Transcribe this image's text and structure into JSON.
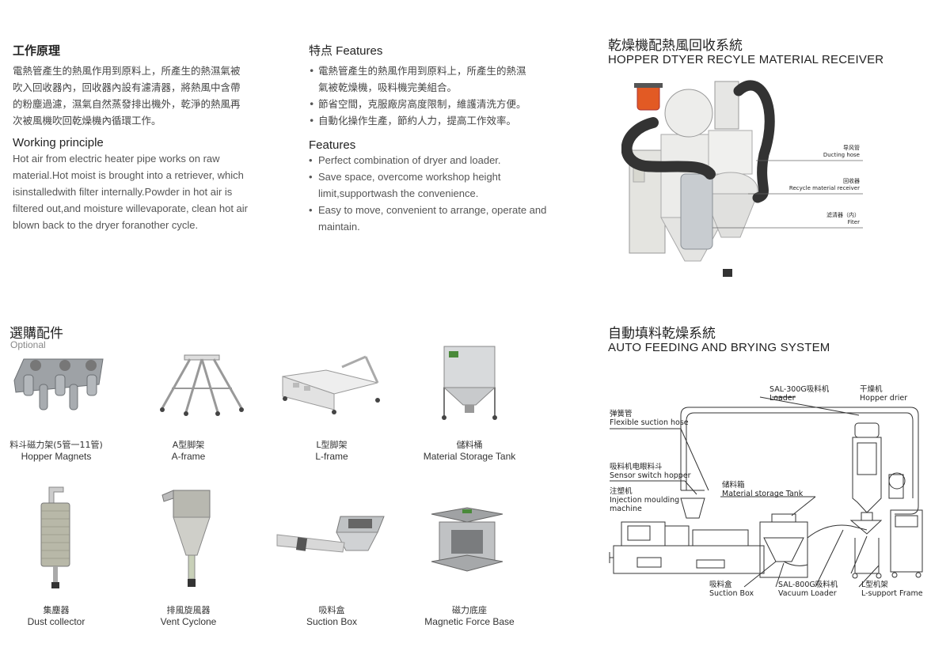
{
  "principle": {
    "title_cn": "工作原理",
    "lines_cn": [
      "電熱管產生的熱風作用到原料上，所產生的熱濕氣被",
      "吹入回收器內，回收器內設有濾清器，將熱風中含帶",
      "的粉塵過濾，濕氣自然蒸發排出機外，乾淨的熱風再",
      "次被風機吹回乾燥機內循環工作。"
    ],
    "title_en": "Working principle",
    "lines_en": [
      "Hot air from electric heater pipe works on raw",
      "material.Hot moist is brought into a retriever, which",
      "isinstalledwith filter internally.Powder in hot air is",
      "filtered out,and moisture willevaporate, clean hot air",
      "blown back to the dryer foranother cycle."
    ]
  },
  "features": {
    "title_cn": "特点 Features",
    "items_cn": [
      [
        "電熱管產生的熱風作用到原料上，所產生的熱濕",
        "氣被乾燥機，吸料機完美組合。"
      ],
      [
        "節省空間，克服廠房高度限制，維護清洗方便。"
      ],
      [
        "自動化操作生產，節約人力，提高工作效率。"
      ]
    ],
    "title_en": "Features",
    "items_en": [
      [
        "Perfect combination of dryer and loader."
      ],
      [
        "Save space, overcome workshop height",
        "limit,supportwash the convenience."
      ],
      [
        "Easy to move, convenient to arrange, operate and",
        "maintain."
      ]
    ]
  },
  "receiver": {
    "title_cn": "乾燥機配熱風回收系統",
    "title_en": "HOPPER DTYER RECYLE MATERIAL RECEIVER",
    "labels": [
      {
        "cn": "导风管",
        "en": "Ducting hose"
      },
      {
        "cn": "回收器",
        "en": "Recycle material receiver"
      },
      {
        "cn": "滤清器（内）",
        "en": "Fiter"
      }
    ]
  },
  "optional": {
    "title_cn": "選購配件",
    "title_en": "Optional",
    "items": [
      {
        "cn": "料斗磁力架(5管一11管)",
        "en": "Hopper Magnets"
      },
      {
        "cn": "A型脚架",
        "en": "A-frame"
      },
      {
        "cn": "L型脚架",
        "en": "L-frame"
      },
      {
        "cn": "儲料桶",
        "en": "Material Storage Tank"
      },
      {
        "cn": "集塵器",
        "en": "Dust collector"
      },
      {
        "cn": "排風旋風器",
        "en": "Vent Cyclone"
      },
      {
        "cn": "吸料盒",
        "en": "Suction Box"
      },
      {
        "cn": "磁力底座",
        "en": "Magnetic Force Base"
      }
    ]
  },
  "auto": {
    "title_cn": "自動填料乾燥系統",
    "title_en": "AUTO FEEDING AND BRYING SYSTEM",
    "loader": {
      "cn": "SAL-300G吸料机",
      "en": "Loader"
    },
    "drier": {
      "cn": "干燥机",
      "en": "Hopper drier"
    },
    "hose": {
      "cn": "弹簧管",
      "en": "Flexible suction hose"
    },
    "sensor": {
      "cn": "吸料机电眼料斗",
      "en": "Sensor switch hopper"
    },
    "injection": {
      "cn": "注塑机",
      "en1": "Injection moulding",
      "en2": "machine"
    },
    "storage": {
      "cn": "储料箱",
      "en": "Material storage Tank"
    },
    "suction": {
      "cn": "吸料盒",
      "en": "Suction Box"
    },
    "vacuum": {
      "cn": "SAL-800G吸料机",
      "en": "Vacuum Loader"
    },
    "lframe": {
      "cn": "L型机架",
      "en": "L-support Frame"
    }
  }
}
